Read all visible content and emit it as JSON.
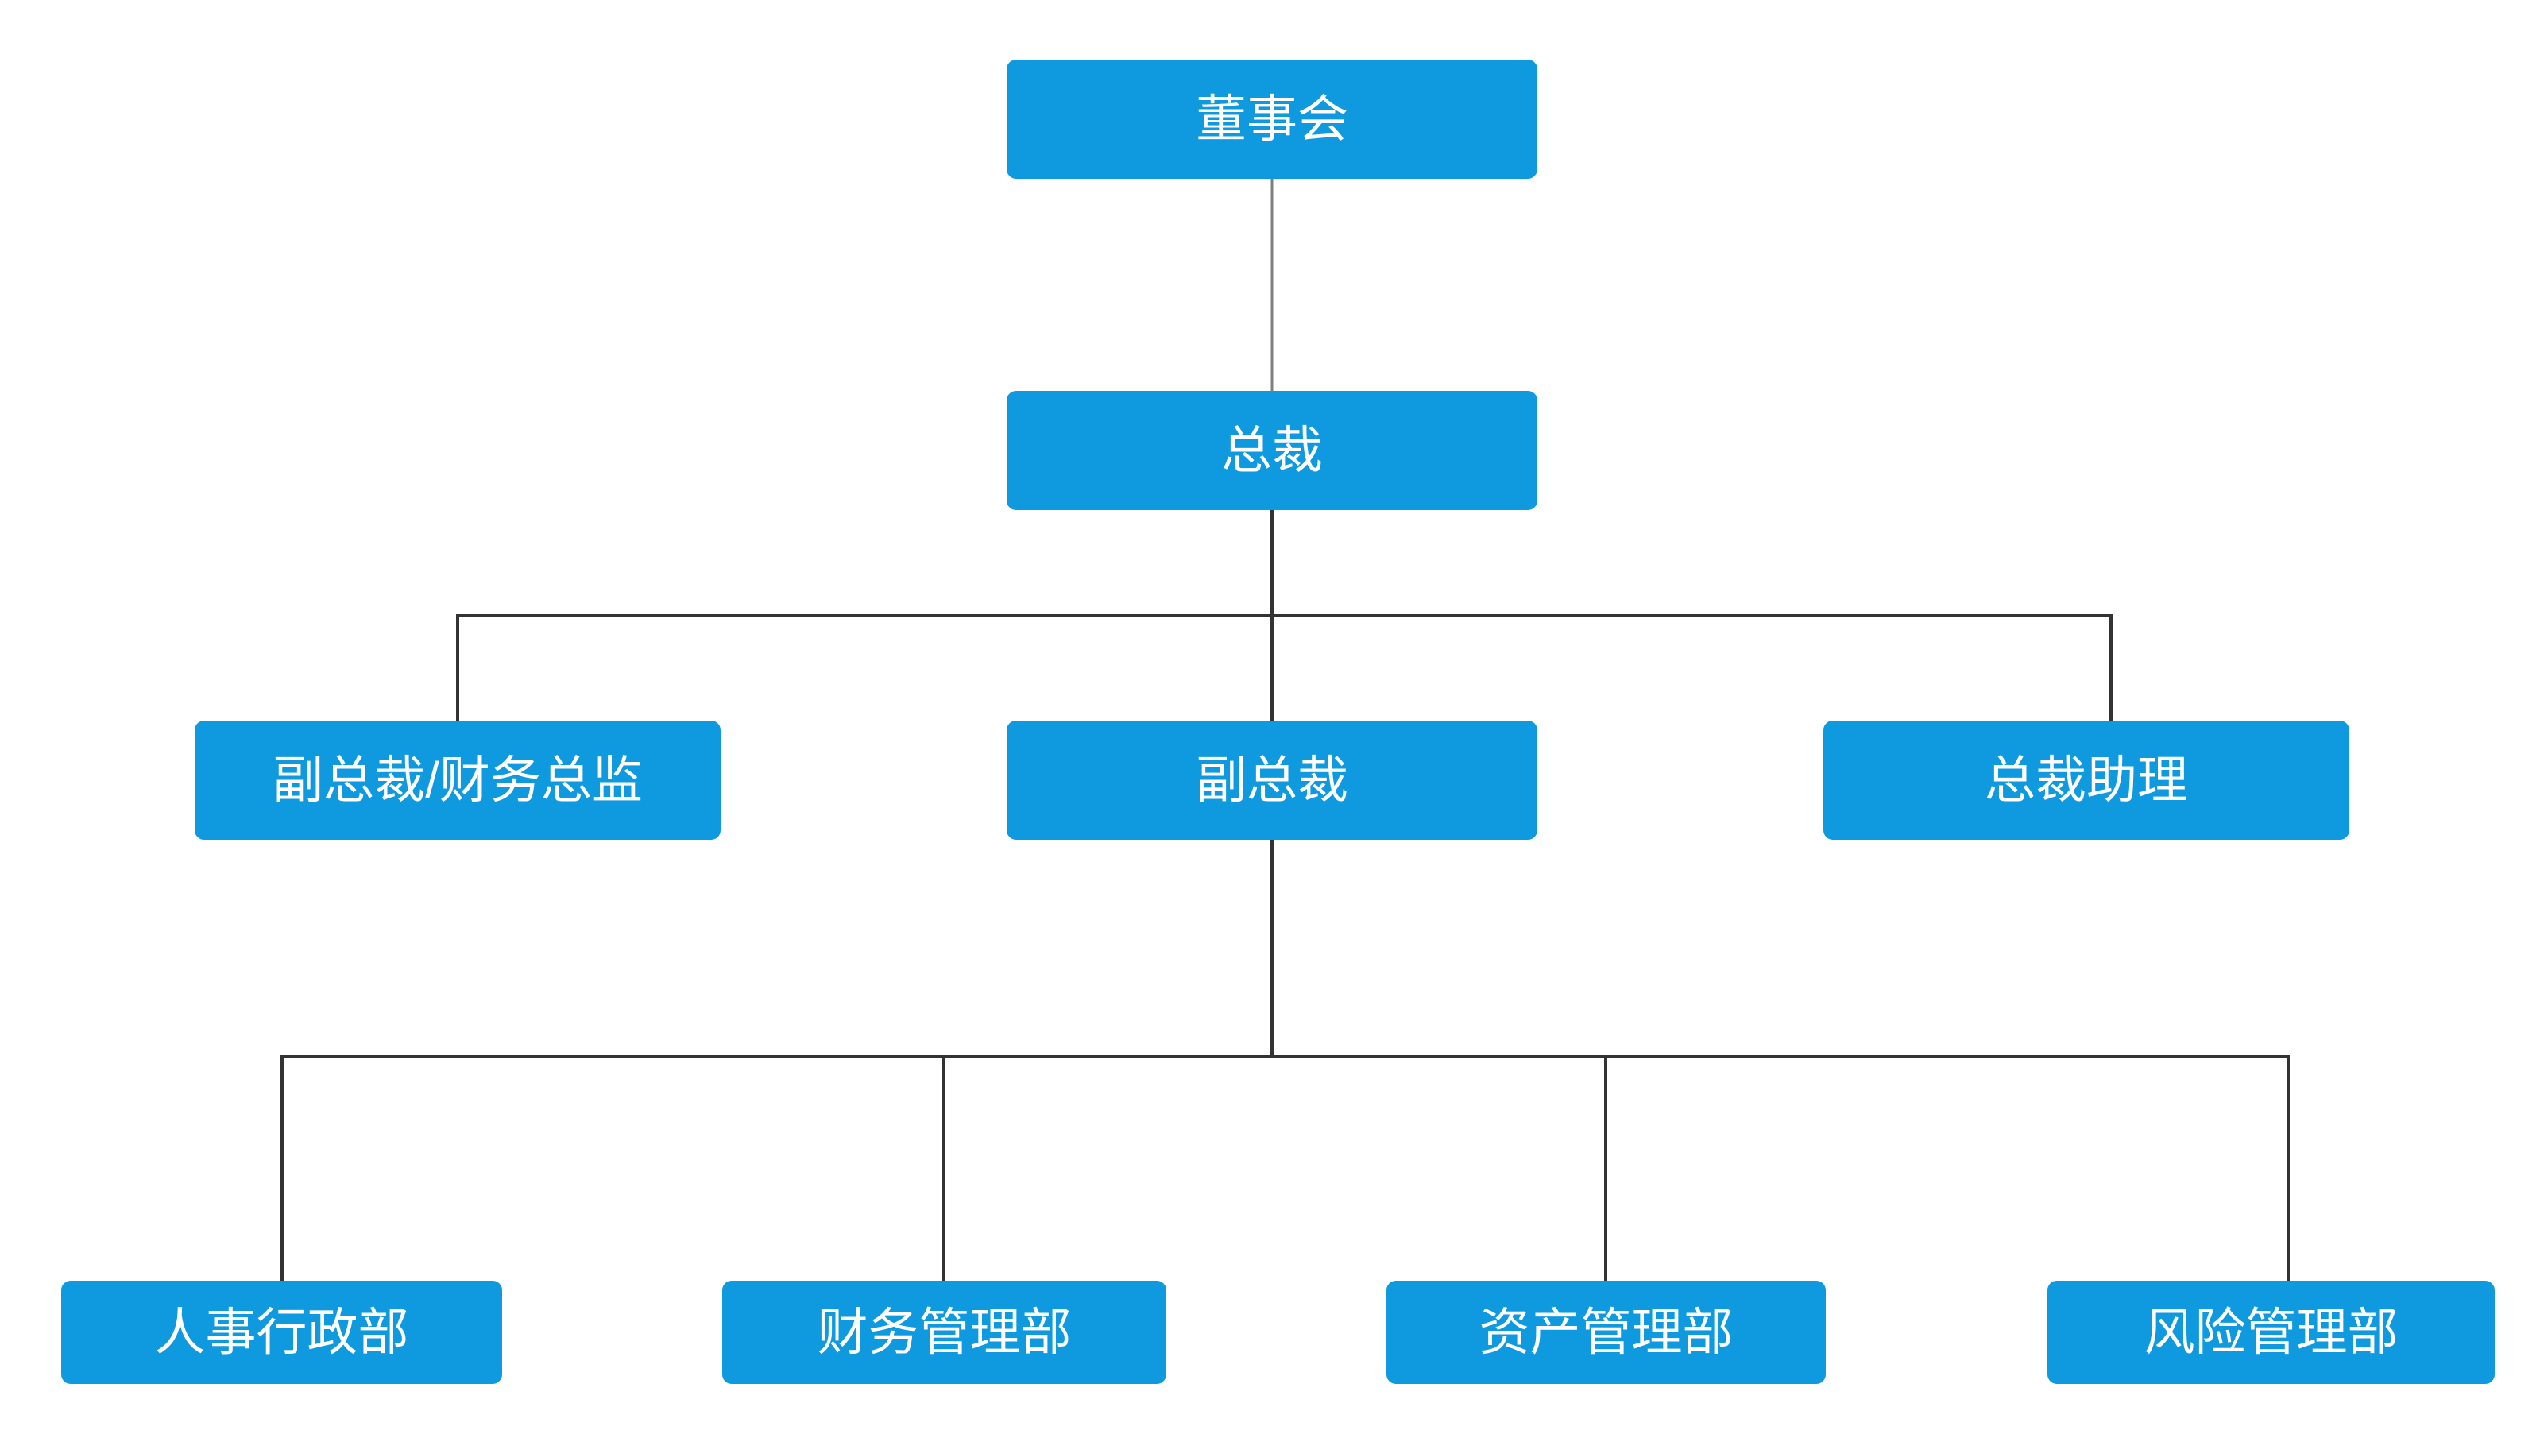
{
  "diagram": {
    "type": "org-chart",
    "nodes": {
      "board": {
        "label": "董事会",
        "level": 1
      },
      "president": {
        "label": "总裁",
        "level": 2
      },
      "vp_cfo": {
        "label": "副总裁/财务总监",
        "level": 3
      },
      "vp": {
        "label": "副总裁",
        "level": 3
      },
      "president_assistant": {
        "label": "总裁助理",
        "level": 3
      },
      "hr_admin_dept": {
        "label": "人事行政部",
        "level": 4
      },
      "finance_dept": {
        "label": "财务管理部",
        "level": 4
      },
      "asset_dept": {
        "label": "资产管理部",
        "level": 4
      },
      "risk_dept": {
        "label": "风险管理部",
        "level": 4
      }
    },
    "edges": [
      {
        "from": "董事会",
        "to": "总裁"
      },
      {
        "from": "总裁",
        "to": "副总裁/财务总监"
      },
      {
        "from": "总裁",
        "to": "副总裁"
      },
      {
        "from": "总裁",
        "to": "总裁助理"
      },
      {
        "from": "副总裁",
        "to": "人事行政部"
      },
      {
        "from": "副总裁",
        "to": "财务管理部"
      },
      {
        "from": "副总裁",
        "to": "资产管理部"
      },
      {
        "from": "副总裁",
        "to": "风险管理部"
      }
    ],
    "colors": {
      "node_fill": "#0F9AE0",
      "node_text": "#FFFFFF",
      "connector_primary": "#333333",
      "connector_secondary": "#7F7F7F",
      "background": "#FFFFFF"
    }
  }
}
